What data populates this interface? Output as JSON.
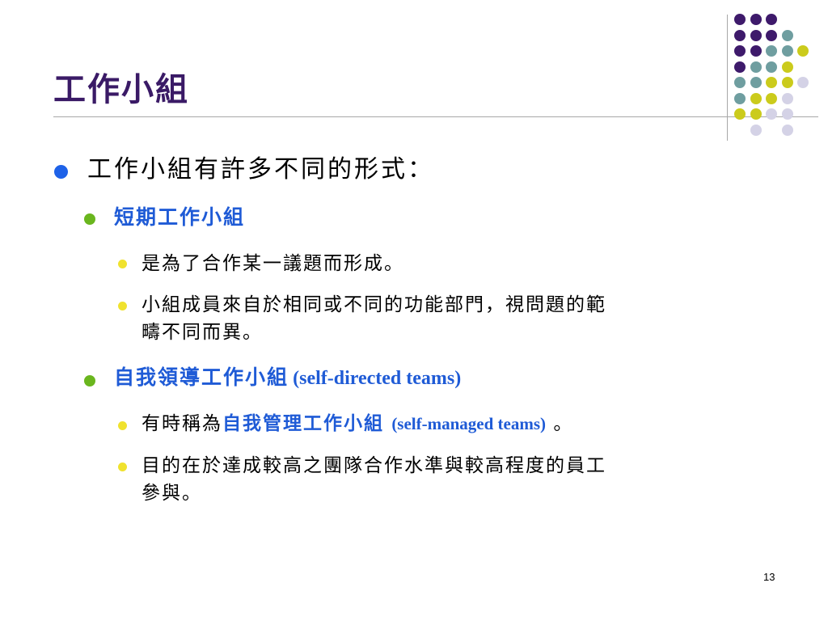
{
  "slide": {
    "title": "工作小組",
    "page_number": "13",
    "bullets": {
      "main": "工作小組有許多不同的形式：",
      "section1": {
        "heading": "短期工作小組",
        "items": [
          "是為了合作某一議題而形成。",
          "小組成員來自於相同或不同的功能部門，視問題的範",
          "疇不同而異。"
        ]
      },
      "section2": {
        "heading": "自我領導工作小組",
        "heading_en": "(self-directed teams)",
        "item1_prefix": "有時稱為",
        "item1_emph": "自我管理工作小組",
        "item1_en": "(self-managed teams)",
        "item1_suffix": "。",
        "item2_line1": "目的在於達成較高之團隊合作水準與較高程度的員工",
        "item2_line2": "參與。"
      }
    }
  },
  "decor": {
    "colors": {
      "purple": "#3e1a6b",
      "teal": "#6f9ea0",
      "yellow": "#cbcb1c",
      "lavender": "#d4d2e6"
    },
    "dot_grid": [
      [
        "purple",
        "purple",
        "purple",
        null,
        null
      ],
      [
        "purple",
        "purple",
        "purple",
        "teal",
        null
      ],
      [
        "purple",
        "purple",
        "teal",
        "teal",
        "yellow"
      ],
      [
        "purple",
        "teal",
        "teal",
        "yellow",
        null
      ],
      [
        "teal",
        "teal",
        "yellow",
        "yellow",
        "lavender"
      ],
      [
        "teal",
        "yellow",
        "yellow",
        "lavender",
        null
      ],
      [
        "yellow",
        "yellow",
        "lavender",
        "lavender",
        null
      ],
      [
        null,
        "lavender",
        null,
        "lavender",
        null
      ]
    ]
  }
}
